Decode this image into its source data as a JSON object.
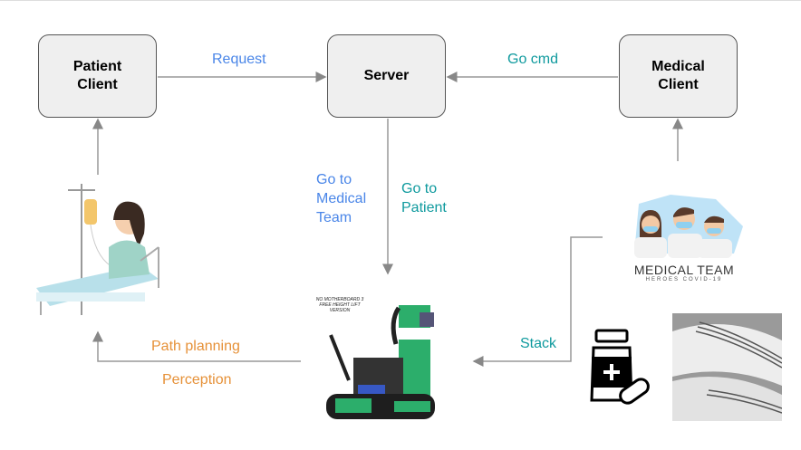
{
  "nodes": {
    "patient_client": "Patient\nClient",
    "server": "Server",
    "medical_client": "Medical\nClient"
  },
  "edges": {
    "request": "Request",
    "go_cmd": "Go cmd",
    "go_to_medical_team": "Go to\nMedical\nTeam",
    "go_to_patient": "Go to\nPatient",
    "stack": "Stack",
    "path_planning": "Path planning",
    "perception": "Perception"
  },
  "images": {
    "robot_caption": "NO MOTHERBOARD 3\nFREE HEIGHT LIFT\nVERSION",
    "medical_team_title": "MEDICAL TEAM",
    "medical_team_subtitle": "HEROES COVID-19"
  },
  "colors": {
    "blue": "#4a86e8",
    "teal": "#0f9a9e",
    "orange": "#e69138",
    "line": "#999999"
  }
}
